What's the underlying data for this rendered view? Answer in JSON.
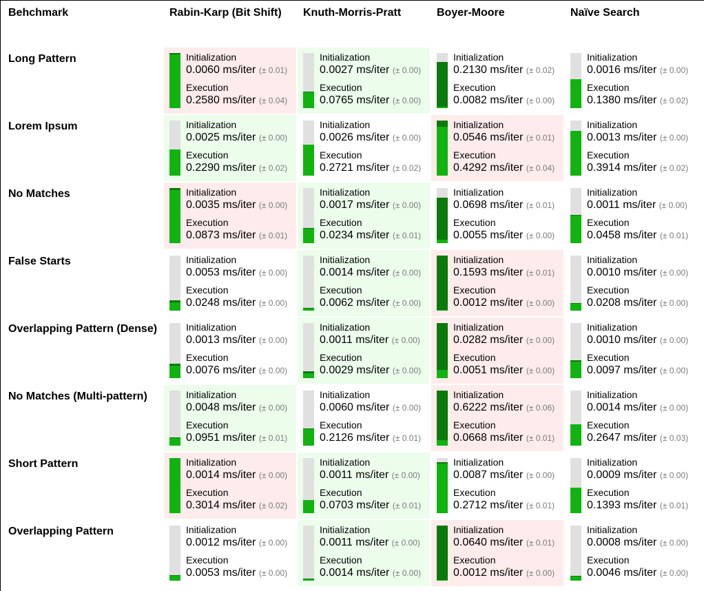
{
  "header": {
    "benchmark_label": "Behchmark",
    "columns": [
      "Rabin-Karp (Bit Shift)",
      "Knuth-Morris-Pratt",
      "Boyer-Moore",
      "Naïve Search"
    ]
  },
  "labels": {
    "init": "Initialization",
    "exec": "Execution"
  },
  "colors": {
    "slow_bg": "#fdeceb",
    "fast_bg": "#ecfdec",
    "bar_track": "#e0e0e0",
    "bar_exec": "#11b311",
    "bar_init": "#0a7a0a"
  },
  "rows": [
    {
      "name": "Long Pattern",
      "cells": [
        {
          "status": "slow",
          "init_value": "0.0060 ms/iter",
          "init_err": "(± 0.01)",
          "exec_value": "0.2580 ms/iter",
          "exec_err": "(± 0.04)",
          "init_ms": 0.006,
          "exec_ms": 0.258
        },
        {
          "status": "fast",
          "init_value": "0.0027 ms/iter",
          "init_err": "(± 0.00)",
          "exec_value": "0.0765 ms/iter",
          "exec_err": "(± 0.00)",
          "init_ms": 0.0027,
          "exec_ms": 0.0765
        },
        {
          "status": "plain",
          "init_value": "0.2130 ms/iter",
          "init_err": "(± 0.02)",
          "exec_value": "0.0082 ms/iter",
          "exec_err": "(± 0.00)",
          "init_ms": 0.213,
          "exec_ms": 0.0082
        },
        {
          "status": "plain",
          "init_value": "0.0016 ms/iter",
          "init_err": "(± 0.00)",
          "exec_value": "0.1380 ms/iter",
          "exec_err": "(± 0.02)",
          "init_ms": 0.0016,
          "exec_ms": 0.138
        }
      ]
    },
    {
      "name": "Lorem Ipsum",
      "cells": [
        {
          "status": "fast",
          "init_value": "0.0025 ms/iter",
          "init_err": "(± 0.00)",
          "exec_value": "0.2290 ms/iter",
          "exec_err": "(± 0.02)",
          "init_ms": 0.0025,
          "exec_ms": 0.229
        },
        {
          "status": "plain",
          "init_value": "0.0026 ms/iter",
          "init_err": "(± 0.00)",
          "exec_value": "0.2721 ms/iter",
          "exec_err": "(± 0.02)",
          "init_ms": 0.0026,
          "exec_ms": 0.2721
        },
        {
          "status": "slow",
          "init_value": "0.0546 ms/iter",
          "init_err": "(± 0.01)",
          "exec_value": "0.4292 ms/iter",
          "exec_err": "(± 0.04)",
          "init_ms": 0.0546,
          "exec_ms": 0.4292
        },
        {
          "status": "plain",
          "init_value": "0.0013 ms/iter",
          "init_err": "(± 0.00)",
          "exec_value": "0.3914 ms/iter",
          "exec_err": "(± 0.02)",
          "init_ms": 0.0013,
          "exec_ms": 0.3914
        }
      ]
    },
    {
      "name": "No Matches",
      "cells": [
        {
          "status": "slow",
          "init_value": "0.0035 ms/iter",
          "init_err": "(± 0.00)",
          "exec_value": "0.0873 ms/iter",
          "exec_err": "(± 0.01)",
          "init_ms": 0.0035,
          "exec_ms": 0.0873
        },
        {
          "status": "fast",
          "init_value": "0.0017 ms/iter",
          "init_err": "(± 0.00)",
          "exec_value": "0.0234 ms/iter",
          "exec_err": "(± 0.01)",
          "init_ms": 0.0017,
          "exec_ms": 0.0234
        },
        {
          "status": "plain",
          "init_value": "0.0698 ms/iter",
          "init_err": "(± 0.01)",
          "exec_value": "0.0055 ms/iter",
          "exec_err": "(± 0.00)",
          "init_ms": 0.0698,
          "exec_ms": 0.0055
        },
        {
          "status": "plain",
          "init_value": "0.0011 ms/iter",
          "init_err": "(± 0.00)",
          "exec_value": "0.0458 ms/iter",
          "exec_err": "(± 0.01)",
          "init_ms": 0.0011,
          "exec_ms": 0.0458
        }
      ]
    },
    {
      "name": "False Starts",
      "cells": [
        {
          "status": "plain",
          "init_value": "0.0053 ms/iter",
          "init_err": "(± 0.00)",
          "exec_value": "0.0248 ms/iter",
          "exec_err": "(± 0.00)",
          "init_ms": 0.0053,
          "exec_ms": 0.0248
        },
        {
          "status": "fast",
          "init_value": "0.0014 ms/iter",
          "init_err": "(± 0.00)",
          "exec_value": "0.0062 ms/iter",
          "exec_err": "(± 0.00)",
          "init_ms": 0.0014,
          "exec_ms": 0.0062
        },
        {
          "status": "slow",
          "init_value": "0.1593 ms/iter",
          "init_err": "(± 0.01)",
          "exec_value": "0.0012 ms/iter",
          "exec_err": "(± 0.00)",
          "init_ms": 0.1593,
          "exec_ms": 0.0012
        },
        {
          "status": "plain",
          "init_value": "0.0010 ms/iter",
          "init_err": "(± 0.00)",
          "exec_value": "0.0208 ms/iter",
          "exec_err": "(± 0.00)",
          "init_ms": 0.001,
          "exec_ms": 0.0208
        }
      ]
    },
    {
      "name": "Overlapping Pattern (Dense)",
      "cells": [
        {
          "status": "plain",
          "init_value": "0.0013 ms/iter",
          "init_err": "(± 0.00)",
          "exec_value": "0.0076 ms/iter",
          "exec_err": "(± 0.00)",
          "init_ms": 0.0013,
          "exec_ms": 0.0076
        },
        {
          "status": "fast",
          "init_value": "0.0011 ms/iter",
          "init_err": "(± 0.00)",
          "exec_value": "0.0029 ms/iter",
          "exec_err": "(± 0.00)",
          "init_ms": 0.0011,
          "exec_ms": 0.0029
        },
        {
          "status": "slow",
          "init_value": "0.0282 ms/iter",
          "init_err": "(± 0.00)",
          "exec_value": "0.0051 ms/iter",
          "exec_err": "(± 0.00)",
          "init_ms": 0.0282,
          "exec_ms": 0.0051
        },
        {
          "status": "plain",
          "init_value": "0.0010 ms/iter",
          "init_err": "(± 0.00)",
          "exec_value": "0.0097 ms/iter",
          "exec_err": "(± 0.00)",
          "init_ms": 0.001,
          "exec_ms": 0.0097
        }
      ]
    },
    {
      "name": "No Matches (Multi-pattern)",
      "cells": [
        {
          "status": "fast",
          "init_value": "0.0048 ms/iter",
          "init_err": "(± 0.00)",
          "exec_value": "0.0951 ms/iter",
          "exec_err": "(± 0.01)",
          "init_ms": 0.0048,
          "exec_ms": 0.0951
        },
        {
          "status": "plain",
          "init_value": "0.0060 ms/iter",
          "init_err": "(± 0.00)",
          "exec_value": "0.2126 ms/iter",
          "exec_err": "(± 0.01)",
          "init_ms": 0.006,
          "exec_ms": 0.2126
        },
        {
          "status": "slow",
          "init_value": "0.6222 ms/iter",
          "init_err": "(± 0.06)",
          "exec_value": "0.0668 ms/iter",
          "exec_err": "(± 0.01)",
          "init_ms": 0.6222,
          "exec_ms": 0.0668
        },
        {
          "status": "plain",
          "init_value": "0.0014 ms/iter",
          "init_err": "(± 0.00)",
          "exec_value": "0.2647 ms/iter",
          "exec_err": "(± 0.03)",
          "init_ms": 0.0014,
          "exec_ms": 0.2647
        }
      ]
    },
    {
      "name": "Short Pattern",
      "cells": [
        {
          "status": "slow",
          "init_value": "0.0014 ms/iter",
          "init_err": "(± 0.00)",
          "exec_value": "0.3014 ms/iter",
          "exec_err": "(± 0.02)",
          "init_ms": 0.0014,
          "exec_ms": 0.3014
        },
        {
          "status": "fast",
          "init_value": "0.0011 ms/iter",
          "init_err": "(± 0.00)",
          "exec_value": "0.0703 ms/iter",
          "exec_err": "(± 0.01)",
          "init_ms": 0.0011,
          "exec_ms": 0.0703
        },
        {
          "status": "plain",
          "init_value": "0.0087 ms/iter",
          "init_err": "(± 0.00)",
          "exec_value": "0.2712 ms/iter",
          "exec_err": "(± 0.01)",
          "init_ms": 0.0087,
          "exec_ms": 0.2712
        },
        {
          "status": "plain",
          "init_value": "0.0009 ms/iter",
          "init_err": "(± 0.00)",
          "exec_value": "0.1393 ms/iter",
          "exec_err": "(± 0.01)",
          "init_ms": 0.0009,
          "exec_ms": 0.1393
        }
      ]
    },
    {
      "name": "Overlapping Pattern",
      "cells": [
        {
          "status": "plain",
          "init_value": "0.0012 ms/iter",
          "init_err": "(± 0.00)",
          "exec_value": "0.0053 ms/iter",
          "exec_err": "(± 0.00)",
          "init_ms": 0.0012,
          "exec_ms": 0.0053
        },
        {
          "status": "fast",
          "init_value": "0.0011 ms/iter",
          "init_err": "(± 0.00)",
          "exec_value": "0.0014 ms/iter",
          "exec_err": "(± 0.00)",
          "init_ms": 0.0011,
          "exec_ms": 0.0014
        },
        {
          "status": "slow",
          "init_value": "0.0640 ms/iter",
          "init_err": "(± 0.01)",
          "exec_value": "0.0012 ms/iter",
          "exec_err": "(± 0.00)",
          "init_ms": 0.064,
          "exec_ms": 0.0012
        },
        {
          "status": "plain",
          "init_value": "0.0008 ms/iter",
          "init_err": "(± 0.00)",
          "exec_value": "0.0046 ms/iter",
          "exec_err": "(± 0.00)",
          "init_ms": 0.0008,
          "exec_ms": 0.0046
        }
      ]
    }
  ]
}
